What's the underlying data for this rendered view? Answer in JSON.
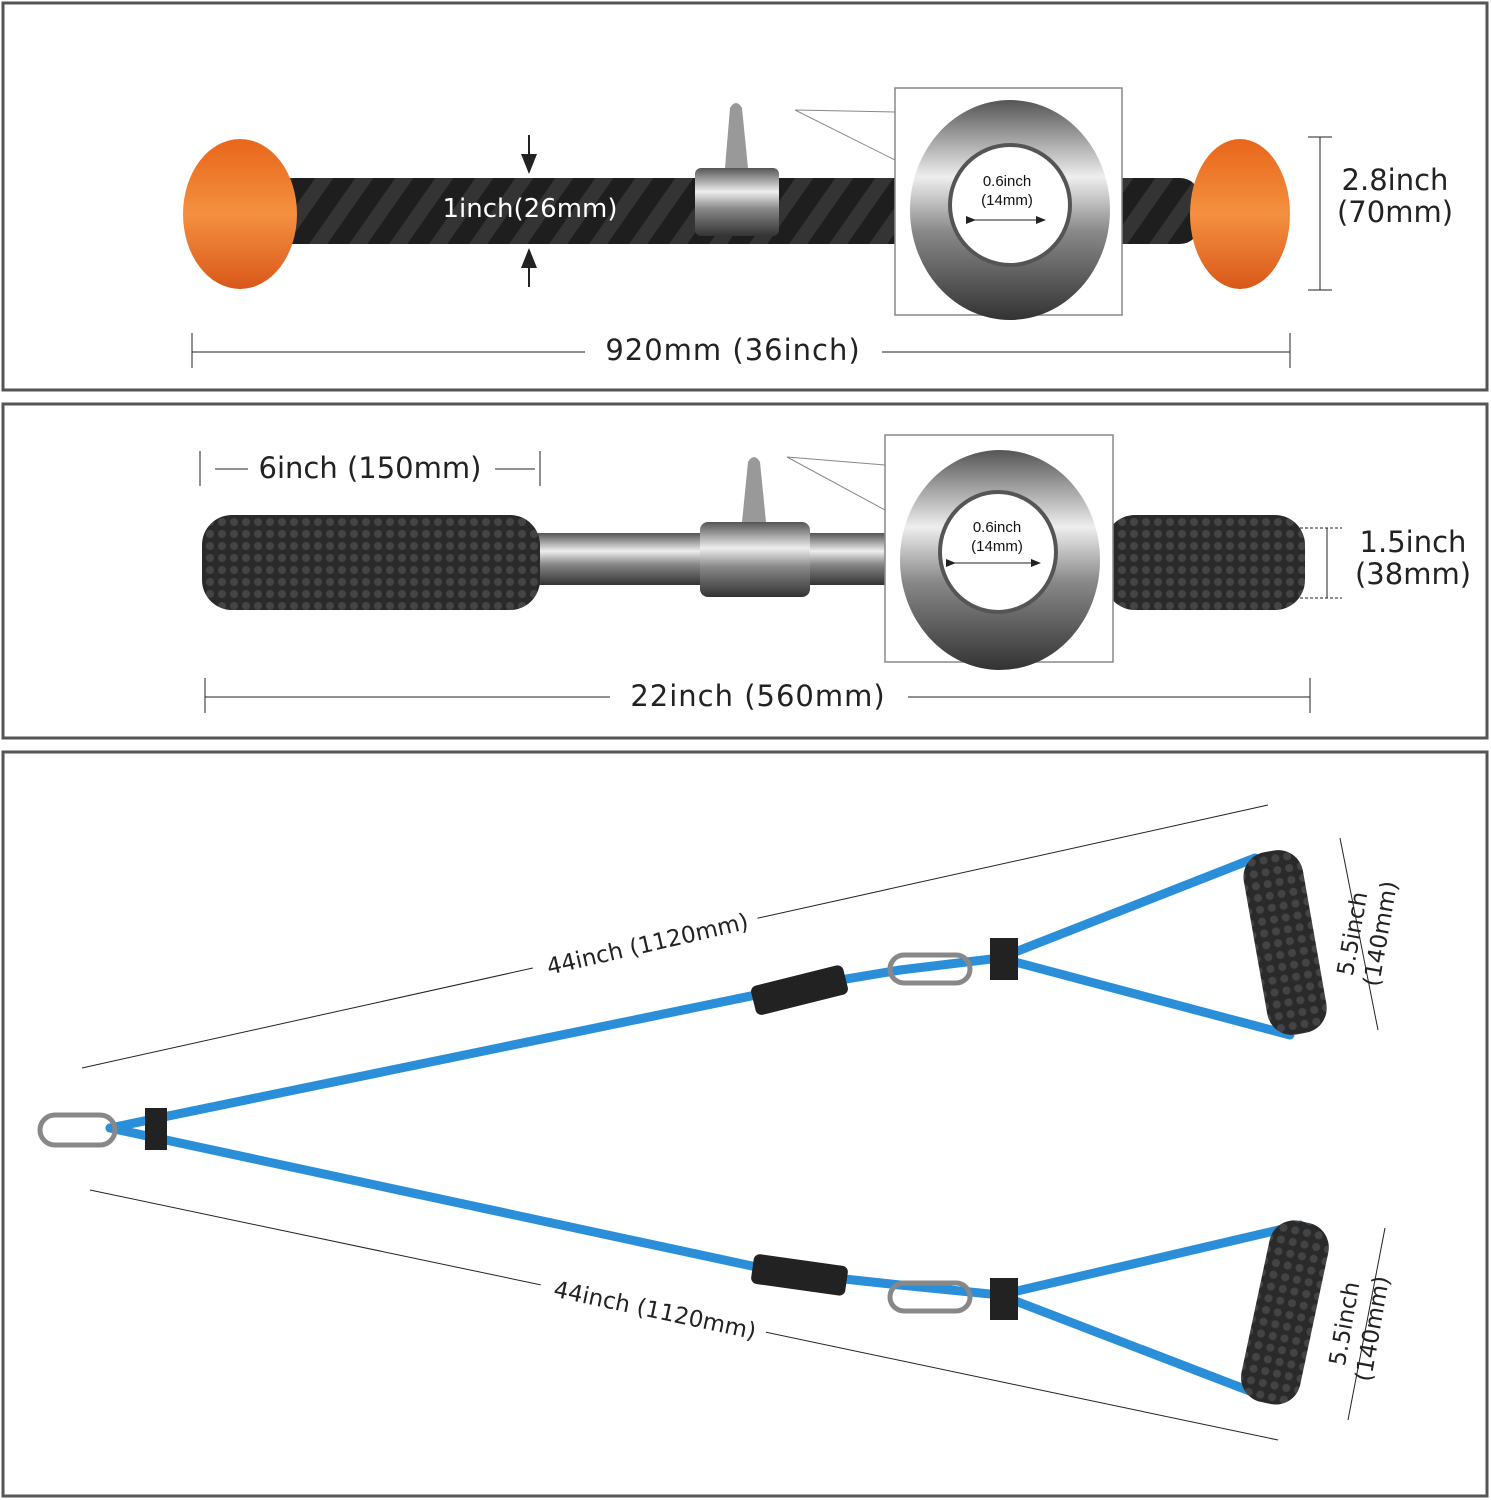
{
  "panels": {
    "tricep_rope": {
      "length_label": "920mm (36inch)",
      "diameter_label": "1inch(26mm)",
      "knob_label_line1": "2.8inch",
      "knob_label_line2": "(70mm)",
      "ring_label_line1": "0.6inch",
      "ring_label_line2": "(14mm)"
    },
    "straight_bar": {
      "grip_label": "6inch (150mm)",
      "length_label": "22inch (560mm)",
      "diameter_label_line1": "1.5inch",
      "diameter_label_line2": "(38mm)",
      "ring_label_line1": "0.6inch",
      "ring_label_line2": "(14mm)"
    },
    "dual_handle_rope": {
      "upper_length_label": "44inch (1120mm)",
      "lower_length_label": "44inch (1120mm)",
      "upper_handle_line1": "5.5inch",
      "upper_handle_line2": "(140mm)",
      "lower_handle_line1": "5.5inch",
      "lower_handle_line2": "(140mm)"
    }
  },
  "colors": {
    "rope_blue": "#2a8fd8",
    "knob_orange": "#f07a22",
    "rope_black": "#222222",
    "frame": "#555555"
  }
}
